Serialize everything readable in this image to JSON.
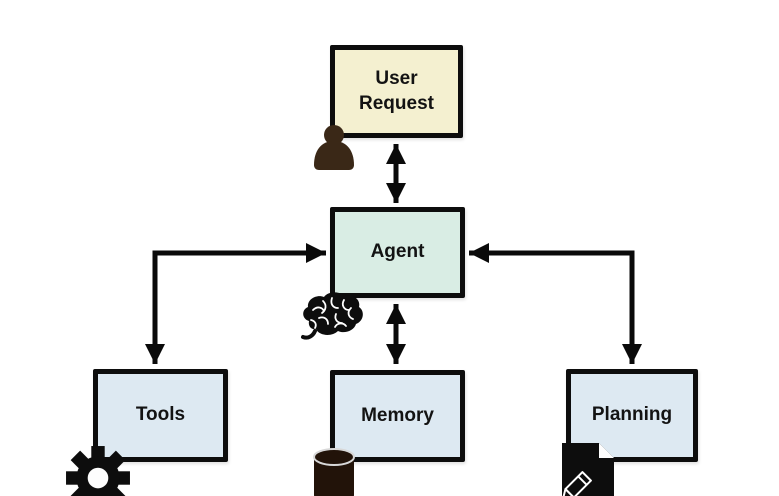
{
  "diagram": {
    "nodes": {
      "user_request": {
        "label": "User\nRequest",
        "icon": "person-icon",
        "fill": "#f4f0d0"
      },
      "agent": {
        "label": "Agent",
        "icon": "brain-icon",
        "fill": "#d9ede4"
      },
      "tools": {
        "label": "Tools",
        "icon": "gear-icon",
        "fill": "#dde9f2"
      },
      "memory": {
        "label": "Memory",
        "icon": "database-icon",
        "fill": "#dde9f2"
      },
      "planning": {
        "label": "Planning",
        "icon": "document-pencil-icon",
        "fill": "#dde9f2"
      }
    },
    "edges": [
      {
        "from": "user_request",
        "to": "agent",
        "style": "vertical-double-arrow"
      },
      {
        "from": "agent",
        "to": "memory",
        "style": "vertical-double-arrow"
      },
      {
        "from": "agent",
        "to": "tools",
        "style": "elbow-arrow-both-ends"
      },
      {
        "from": "agent",
        "to": "planning",
        "style": "elbow-arrow-both-ends"
      }
    ],
    "colors": {
      "background": "#ffffff",
      "border": "#0d0d0d",
      "arrow": "#0a0a0a",
      "text": "#131313",
      "fill_user_request": "#f4f0d0",
      "fill_agent": "#d9ede4",
      "fill_tools": "#dde9f2",
      "fill_memory": "#dde9f2",
      "fill_planning": "#dde9f2",
      "icon_person": "#3a2817",
      "icon_database": "#221309",
      "icon_dark": "#0d0d0d"
    }
  }
}
